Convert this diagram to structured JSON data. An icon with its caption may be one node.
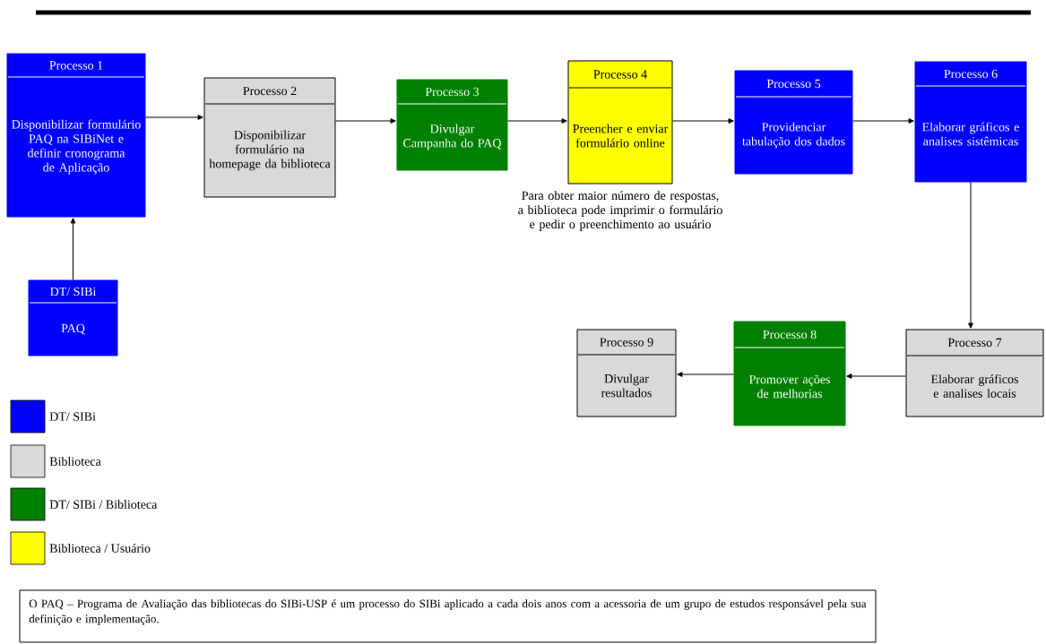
{
  "diagram": {
    "nodes": [
      {
        "text": [
          "Processo 1",
          "Disponibilizar formulário PAQ na SIBiNet e definir cronograma de Aplicação"
        ]
      },
      {
        "text": [
          "Processo 2",
          "Disponibilizar formulário na homepage da biblioteca"
        ]
      },
      {
        "text": [
          "Processo 3",
          "Divulgar Campanha do PAQ"
        ]
      },
      {
        "text": [
          "Processo 4",
          "Preencher e enviar formulário online"
        ],
        "beside": [
          "Para obter maior número de respostas, a biblioteca pode imprimir o formulário e pedir o preenchimento ao usuário"
        ]
      },
      {
        "text": [
          "Processo 5",
          "Providenciar tabulação dos dados"
        ]
      },
      {
        "text": [
          "Processo 6",
          "Elaborar gráficos e analises sistêmicas"
        ]
      },
      {
        "text": [
          "DT/ SIBi",
          "PAQ"
        ]
      },
      {
        "text": [
          "Processo 9",
          "Divulgar resultados"
        ]
      },
      {
        "text": [
          "Processo 8",
          "Promover ações de melhorias"
        ]
      },
      {
        "text": [
          "Processo 7",
          "Elaborar gráficos e analises locais"
        ]
      },
      {
        "text": [
          "O PAQ – Programa de Avaliação das bibliotecas do SIBi-USP é um processo do SIBi aplicado a cada dois anos com a acessoria de um grupo de estudos responsável pela sua definição e implementação."
        ]
      }
    ],
    "edges": [
      {
        "from": 6,
        "to": 0,
        "arrow": "to"
      },
      {
        "from": 0,
        "to": 1,
        "arrow": "to"
      },
      {
        "from": 1,
        "to": 2,
        "arrow": "to"
      },
      {
        "from": 2,
        "to": 3,
        "arrow": "to"
      },
      {
        "from": 3,
        "to": 4,
        "arrow": "to"
      },
      {
        "from": 4,
        "to": 5,
        "arrow": "to"
      },
      {
        "from": 5,
        "to": 9,
        "arrow": "to"
      },
      {
        "from": 9,
        "to": 8,
        "arrow": "to"
      },
      {
        "from": 8,
        "to": 7,
        "arrow": "to"
      }
    ],
    "legend": [
      {
        "text": "DT/ SIBi",
        "color": "#0000ff"
      },
      {
        "text": "Biblioteca",
        "color": "#d9d9d9"
      },
      {
        "text": "DT/ SIBi  / Biblioteca",
        "color": "#008000"
      },
      {
        "text": "Biblioteca / Usuário",
        "color": "#ffff00"
      }
    ]
  }
}
